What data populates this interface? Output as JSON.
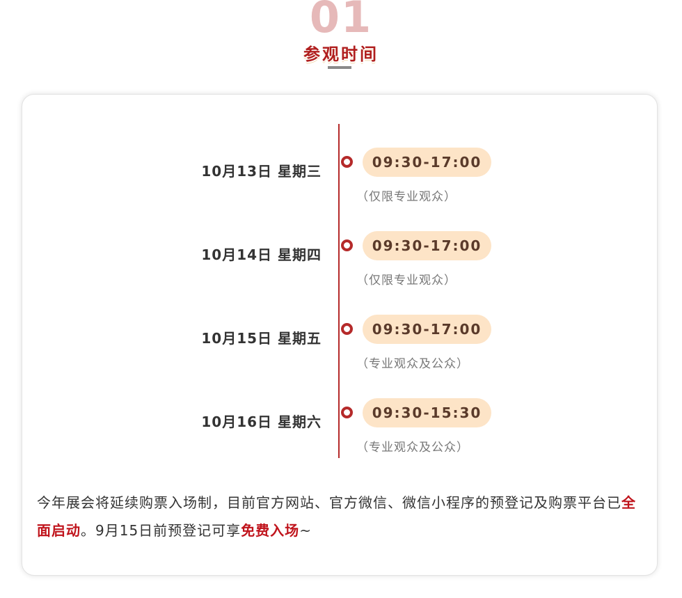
{
  "header": {
    "number": "01",
    "title": "参观时间"
  },
  "schedule": [
    {
      "date": "10月13日 星期三",
      "time": "09:30-17:00",
      "note": "（仅限专业观众）"
    },
    {
      "date": "10月14日 星期四",
      "time": "09:30-17:00",
      "note": "（仅限专业观众）"
    },
    {
      "date": "10月15日 星期五",
      "time": "09:30-17:00",
      "note": "（专业观众及公众）"
    },
    {
      "date": "10月16日 星期六",
      "time": "09:30-15:30",
      "note": "（专业观众及公众）"
    }
  ],
  "footer": {
    "part1": "今年展会将延续购票入场制，目前官方网站、官方微信、微信小程序的预登记及购票平台已",
    "highlight1": "全面启动",
    "part2": "。9月15日前预登记可享",
    "highlight2": "免费入场",
    "part3": "~"
  },
  "colors": {
    "accent_red": "#b52a2a",
    "pill_bg": "#fde4c7",
    "number_pink": "#e6b9b9"
  }
}
